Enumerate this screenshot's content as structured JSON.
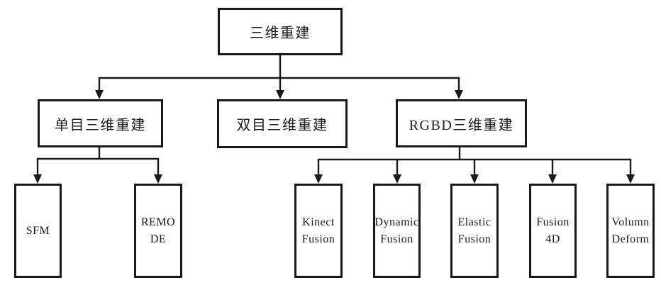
{
  "diagram": {
    "type": "tree-flowchart",
    "colors": {
      "line": "#1a1a1a",
      "box_border": "#1a1a1a",
      "box_fill": "#ffffff",
      "background": "#ffffff",
      "text": "#1b1b1b"
    },
    "nodes": {
      "root": {
        "label": "三维重建"
      },
      "mono": {
        "label": "单目三维重建"
      },
      "stereo": {
        "label": "双目三维重建"
      },
      "rgbd": {
        "label": "RGBD三维重建"
      },
      "sfm": {
        "lines": [
          "SFM"
        ]
      },
      "remode": {
        "lines": [
          "REMO",
          "DE"
        ]
      },
      "kinect": {
        "lines": [
          "Kinect",
          "Fusion"
        ]
      },
      "dynamic": {
        "lines": [
          "Dynamic",
          "Fusion"
        ]
      },
      "elastic": {
        "lines": [
          "Elastic",
          "Fusion"
        ]
      },
      "fusion4d": {
        "lines": [
          "Fusion",
          "4D"
        ]
      },
      "volumn": {
        "lines": [
          "Volumn",
          "Deform"
        ]
      }
    },
    "edges": [
      {
        "from": "root",
        "to": "mono"
      },
      {
        "from": "root",
        "to": "stereo"
      },
      {
        "from": "root",
        "to": "rgbd"
      },
      {
        "from": "mono",
        "to": "sfm"
      },
      {
        "from": "mono",
        "to": "remode"
      },
      {
        "from": "rgbd",
        "to": "kinect"
      },
      {
        "from": "rgbd",
        "to": "dynamic"
      },
      {
        "from": "rgbd",
        "to": "elastic"
      },
      {
        "from": "rgbd",
        "to": "fusion4d"
      },
      {
        "from": "rgbd",
        "to": "volumn"
      }
    ]
  }
}
